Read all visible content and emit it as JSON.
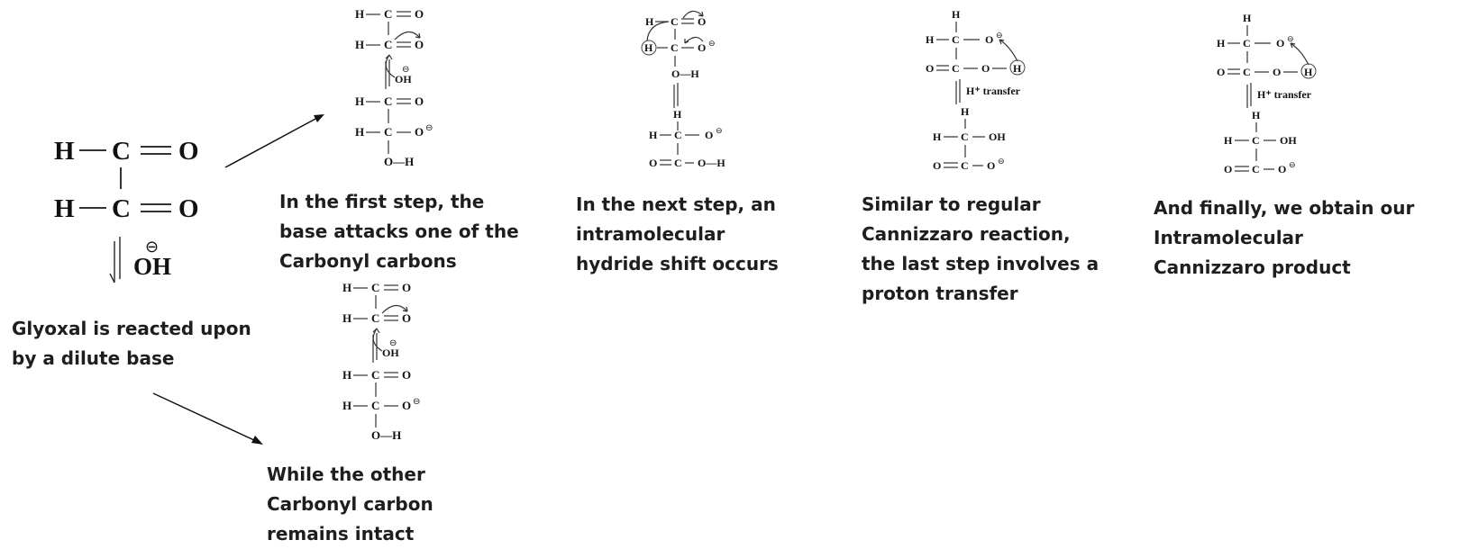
{
  "captions": {
    "glyoxal": "Glyoxal is reacted upon by a dilute base",
    "first_step": "In the first step, the base attacks one of the Carbonyl carbons",
    "other_carbonyl": "While the other Carbonyl carbon remains intact",
    "hydride_shift": "In the next step, an intramolecular hydride shift occurs",
    "proton_transfer": "Similar to regular Cannizzaro reaction, the last step involves a proton transfer",
    "final": "And finally, we obtain our Intramolecular Cannizzaro product"
  },
  "atoms": {
    "H": "H",
    "C": "C",
    "O": "O",
    "OH": "OH",
    "O_H": "O—H"
  },
  "labels": {
    "hydroxide": "OH",
    "minus": "⊖",
    "h_transfer": "H⁺ transfer"
  }
}
